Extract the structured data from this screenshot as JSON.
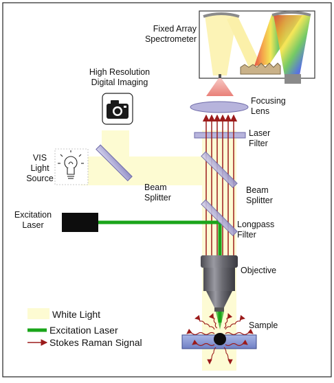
{
  "labels": {
    "spectrometer": [
      "Fixed Array",
      "Spectrometer"
    ],
    "imaging": [
      "High Resolution",
      "Digital Imaging"
    ],
    "focusing_lens": [
      "Focusing",
      "Lens"
    ],
    "laser_filter": [
      "Laser",
      "Filter"
    ],
    "vis_source": [
      "VIS",
      "Light",
      "Source"
    ],
    "beam_splitter_left": [
      "Beam",
      "Splitter"
    ],
    "beam_splitter_right": [
      "Beam",
      "Splitter"
    ],
    "excitation_laser": [
      "Excitation",
      "Laser"
    ],
    "longpass_filter": [
      "Longpass",
      "Filter"
    ],
    "objective": "Objective",
    "sample": "Sample"
  },
  "legend": [
    {
      "label": "White Light",
      "kind": "white-light",
      "color": "#fdfbd2"
    },
    {
      "label": "Excitation Laser",
      "kind": "excitation-laser",
      "color": "#1aa51a"
    },
    {
      "label": "Stokes Raman Signal",
      "kind": "raman-signal",
      "color": "#9b1b1b"
    }
  ],
  "colors": {
    "white_light": "#fdfbd2",
    "laser": "#1aa51a",
    "raman": "#9b1b1b",
    "optic": "#b7b4dc",
    "optic_edge": "#6e6aa8",
    "lens_beam": "#ec8d87"
  },
  "icons": [
    "camera-icon",
    "light-bulb-icon",
    "laser-box-icon",
    "objective-lens-icon"
  ]
}
